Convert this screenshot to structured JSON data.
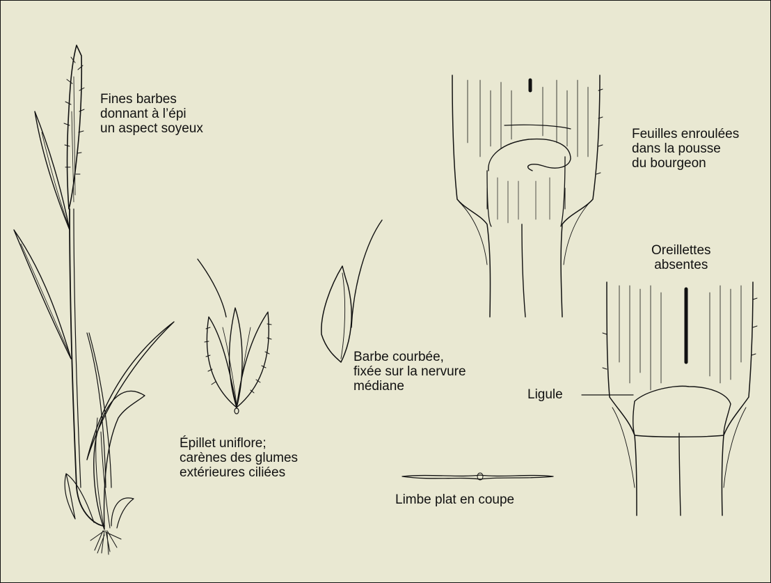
{
  "labels": {
    "fines_barbes": [
      "Fines barbes",
      "donnant à l’épi",
      "un aspect soyeux"
    ],
    "feuilles_enroulees": [
      "Feuilles enroulées",
      "dans la pousse",
      "du bourgeon"
    ],
    "oreillettes": [
      "Oreillettes",
      "absentes"
    ],
    "barbe_courbee": [
      "Barbe courbée,",
      "fixée sur la nervure",
      "médiane"
    ],
    "ligule": "Ligule",
    "epillet": [
      "Épillet uniflore;",
      "carènes des glumes",
      "extérieures ciliées"
    ],
    "limbe": "Limbe plat en coupe"
  },
  "colors": {
    "background": "#e9e8d2",
    "ink": "#111111"
  }
}
